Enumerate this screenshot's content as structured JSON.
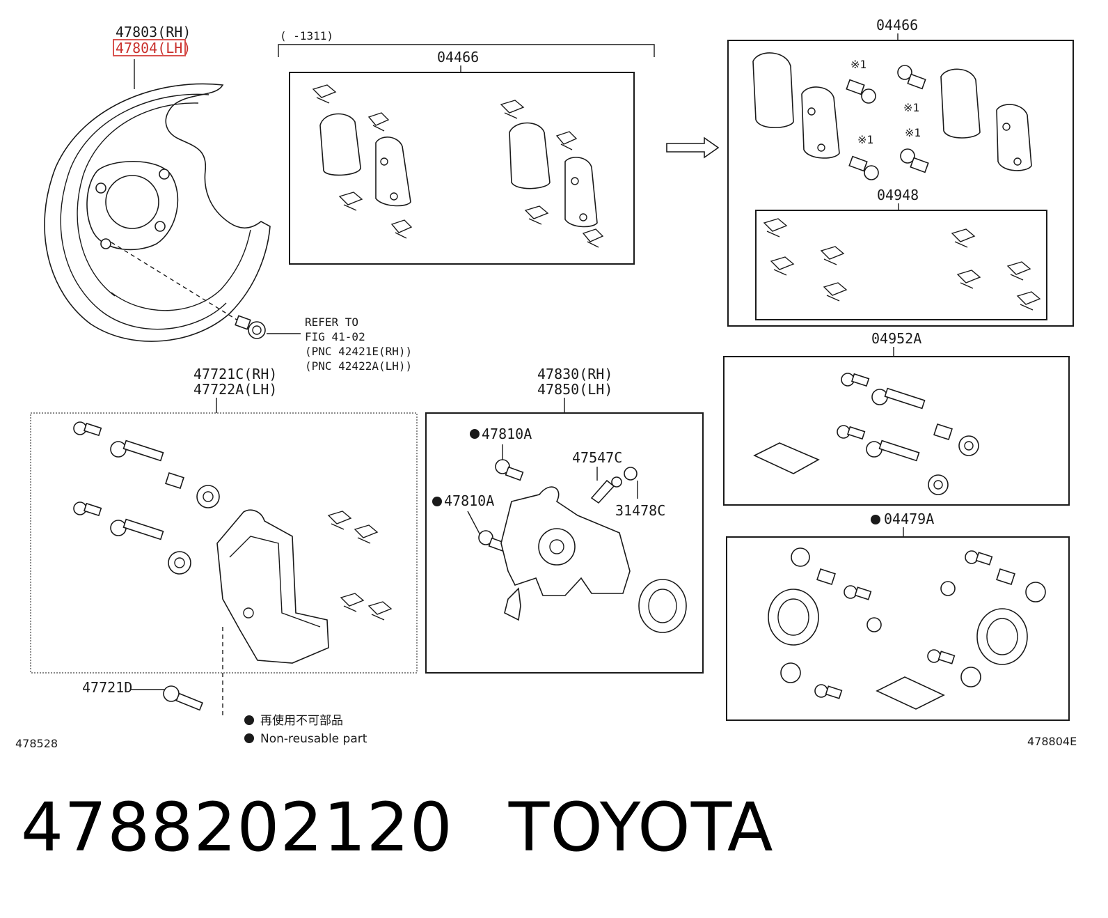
{
  "shield": {
    "part_rh": "47803(RH)",
    "part_lh": "47804(LH)",
    "highlight_color": "#d9534f"
  },
  "bolt_note": {
    "line1": "REFER TO",
    "line2": "FIG 41-02",
    "line3": "(PNC 42421E(RH))",
    "line4": "(PNC 42422A(LH))"
  },
  "pad_kit_old": {
    "range": "(      -1311)",
    "part": "04466"
  },
  "pad_kit_new": {
    "part": "04466",
    "mark": "※1"
  },
  "shim_kit": {
    "part": "04948"
  },
  "pin_kit": {
    "part": "04952A"
  },
  "seal_kit": {
    "part": "04479A"
  },
  "mounting": {
    "part_rh": "47721C(RH)",
    "part_lh": "47722A(LH)",
    "bolt": "47721D"
  },
  "caliper": {
    "part_rh": "47830(RH)",
    "part_lh": "47850(LH)",
    "bolt_a": "47810A",
    "bolt_b": "47810A",
    "bleeder": "47547C",
    "cap": "31478C"
  },
  "legend": {
    "line1": "再使用不可部品",
    "line2": "Non-reusable part"
  },
  "figure": {
    "left_code": "478528",
    "right_code": "478804E"
  },
  "caption": {
    "number": "4788202120",
    "brand": "TOYOTA"
  }
}
